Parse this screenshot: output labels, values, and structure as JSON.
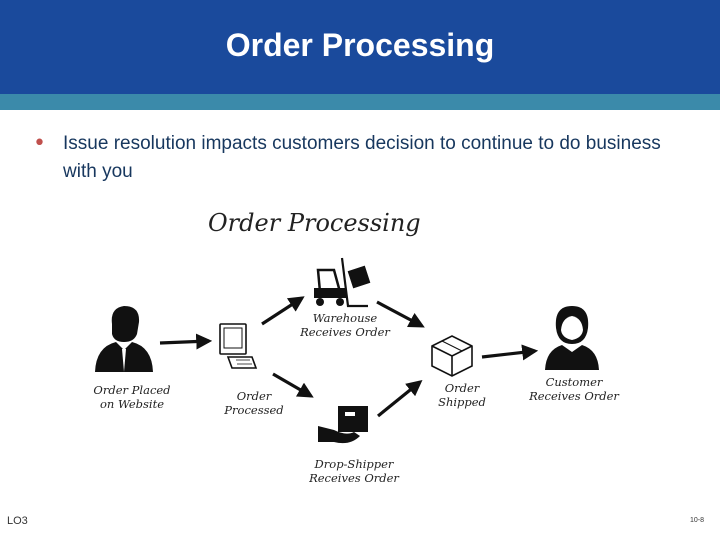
{
  "slide": {
    "title": "Order Processing",
    "bullet": "Issue resolution impacts customers decision to continue to do business with you",
    "footer_left": "LO3",
    "footer_right": "10-8"
  },
  "diagram": {
    "title": "Order Processing",
    "labels": {
      "order_placed_1": "Order Placed",
      "order_placed_2": "on Website",
      "order_processed_1": "Order",
      "order_processed_2": "Processed",
      "warehouse_1": "Warehouse",
      "warehouse_2": "Receives Order",
      "drop_shipper_1": "Drop-Shipper",
      "drop_shipper_2": "Receives Order",
      "order_shipped_1": "Order",
      "order_shipped_2": "Shipped",
      "customer_1": "Customer",
      "customer_2": "Receives Order"
    },
    "icons": [
      "businessman-icon",
      "computer-icon",
      "forklift-icon",
      "handoff-icon",
      "box-icon",
      "customer-woman-icon"
    ]
  },
  "colors": {
    "title_bar": "#1a4a9c",
    "stripe": "#3b8aaa",
    "bullet_text": "#17375e",
    "bullet_dot": "#c0504d"
  }
}
